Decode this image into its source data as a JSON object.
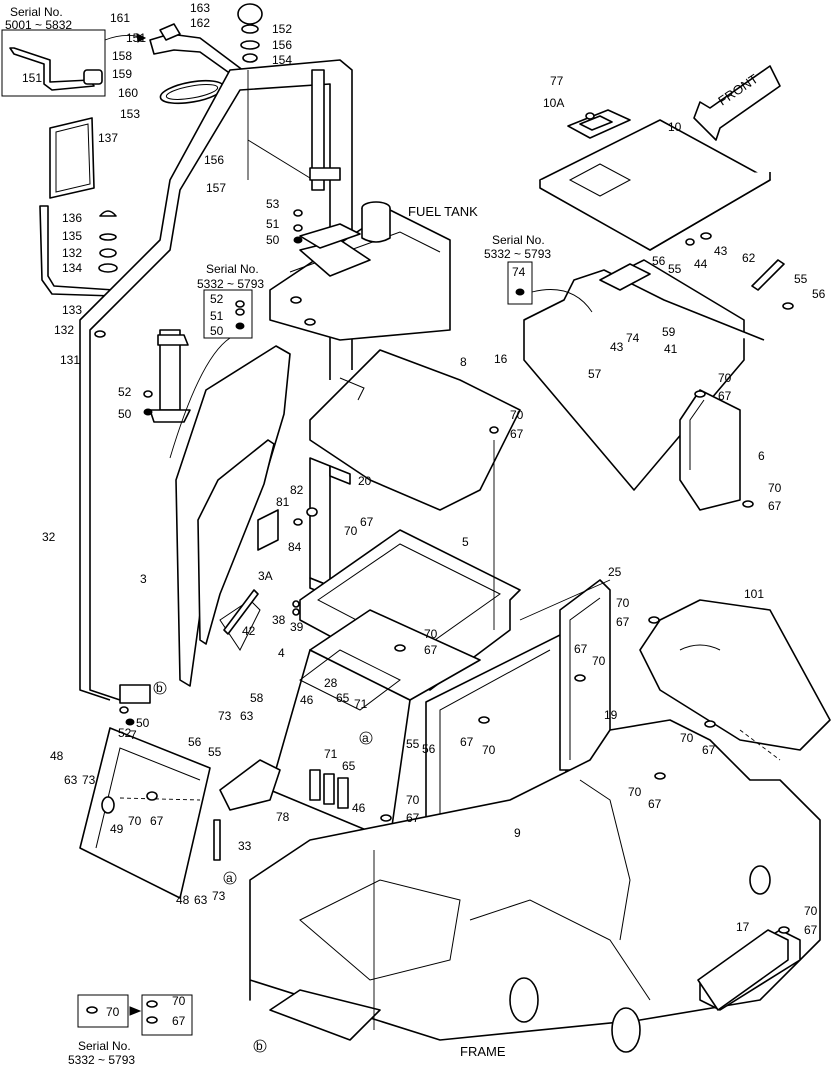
{
  "serial_notes": {
    "mirror": {
      "title": "Serial No.",
      "range": "5001 ~ 5832"
    },
    "step": {
      "title": "Serial No.",
      "range": "5332 ~ 5793"
    },
    "tank": {
      "title": "Serial No.",
      "range": "5332 ~ 5793"
    },
    "bottom": {
      "title": "Serial No.",
      "range": "5332 ~ 5793"
    }
  },
  "titles": {
    "front": "FRONT",
    "fuel_tank": "FUEL TANK",
    "frame": "FRAME"
  },
  "ref_marks": {
    "a": "a",
    "b": "b"
  },
  "labels": {
    "l151a": "151",
    "l161": "161",
    "l163": "163",
    "l162": "162",
    "l151b": "151",
    "l158": "158",
    "l159": "159",
    "l160": "160",
    "l153": "153",
    "l152a": "152",
    "l156a": "156",
    "l154": "154",
    "l137": "137",
    "l156b": "156",
    "l157": "157",
    "l53": "53",
    "l51a": "51",
    "l50a": "50",
    "l136": "136",
    "l135": "135",
    "l132a": "132",
    "l134": "134",
    "l133": "133",
    "l132b": "132",
    "l131": "131",
    "l52a": "52",
    "l51b": "51",
    "l50b": "50",
    "l52b": "52",
    "l50c": "50",
    "l32": "32",
    "l3": "3",
    "l3A": "3A",
    "l42": "42",
    "l81": "81",
    "l82": "82",
    "l84": "84",
    "l20": "20",
    "l38": "38",
    "l39": "39",
    "l8": "8",
    "l70a": "70",
    "l67a": "67",
    "l70b": "70",
    "l67b": "67",
    "l5": "5",
    "l4": "4",
    "l70c": "70",
    "l67c": "67",
    "l28": "28",
    "l65a": "65",
    "l71a": "71",
    "l46a": "46",
    "l58": "58",
    "l73a": "73",
    "l63a": "63",
    "l56a": "56",
    "l55a": "55",
    "l71b": "71",
    "l65b": "65",
    "l46b": "46",
    "l55b": "55",
    "l56b": "56",
    "l70d": "70",
    "l67d": "67",
    "l78": "78",
    "l48a": "48",
    "l63b": "63",
    "l73b": "73",
    "l7": "7",
    "l70e": "70",
    "l67e": "67",
    "l49": "49",
    "l33": "33",
    "l48b": "48",
    "l63c": "63",
    "l73c": "73",
    "l52c": "52",
    "l50d": "50",
    "l77": "77",
    "l10A": "10A",
    "l10": "10",
    "l56c": "56",
    "l55c": "55",
    "l44": "44",
    "l43a": "43",
    "l62": "62",
    "l55d": "55",
    "l56d": "56",
    "l74": "74",
    "l16": "16",
    "l57": "57",
    "l43b": "43",
    "l74b": "74",
    "l59": "59",
    "l41": "41",
    "l70f": "70",
    "l67f": "67",
    "l6": "6",
    "l70g": "70",
    "l67g": "67",
    "l25": "25",
    "l67h": "67",
    "l70h": "70",
    "l67i": "67",
    "l70i": "70",
    "l9": "9",
    "l70j": "70",
    "l67j": "67",
    "l101": "101",
    "l19": "19",
    "l70k": "70",
    "l67k": "67",
    "l70l": "70",
    "l67l": "67",
    "l17": "17",
    "l70m": "70",
    "l67m": "67",
    "l70n": "70",
    "l70o": "70",
    "l67n": "67"
  }
}
